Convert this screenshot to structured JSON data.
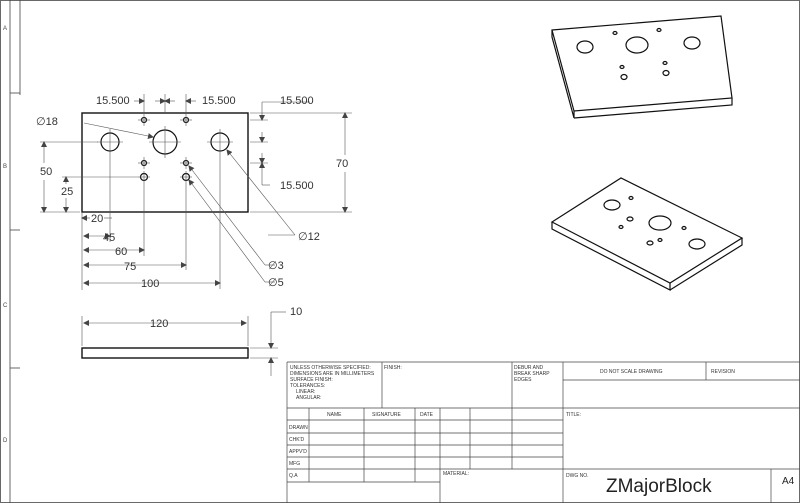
{
  "drawing": {
    "zones": [
      "A",
      "B",
      "C",
      "D"
    ],
    "front_view_dims": {
      "d18": "∅18",
      "top_left_15_5": "15.500",
      "top_right_15_5": "15.500",
      "right_top_15_5": "15.500",
      "right_mid_15_5": "15.500",
      "h70": "70",
      "h50": "50",
      "h25": "25",
      "w20": "20",
      "w45": "45",
      "w60": "60",
      "w75": "75",
      "w100": "100",
      "d12": "∅12",
      "d3": "∅3",
      "d5": "∅5"
    },
    "side_view_dims": {
      "w120": "120",
      "t10": "10"
    }
  },
  "title_block": {
    "unless": [
      "UNLESS OTHERWISE SPECIFIED:",
      "DIMENSIONS ARE IN MILLIMETERS",
      "SURFACE FINISH:",
      "TOLERANCES:",
      "LINEAR:",
      "ANGULAR:"
    ],
    "finish": "FINISH:",
    "deburr": [
      "DEBUR AND",
      "BREAK SHARP",
      "EDGES"
    ],
    "do_not_scale": "DO NOT SCALE DRAWING",
    "revision": "REVISION",
    "headers": {
      "name": "NAME",
      "signature": "SIGNATURE",
      "date": "DATE"
    },
    "rows": [
      "DRAWN",
      "CHK'D",
      "APPV'D",
      "MFG",
      "Q.A"
    ],
    "title_label": "TITLE:",
    "material": "MATERIAL:",
    "dwg_no": "DWG NO.",
    "drawing_name": "ZMajorBlock",
    "sheet_size": "A4"
  }
}
